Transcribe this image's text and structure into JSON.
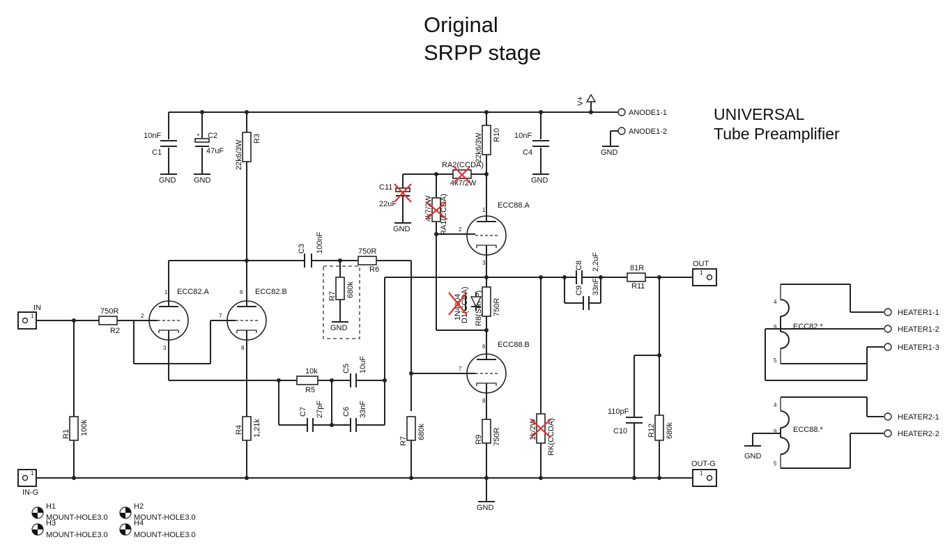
{
  "title": {
    "line1": "Original",
    "line2": "SRPP stage"
  },
  "subtitle": {
    "line1": "UNIVERSAL",
    "line2": "Tube Preamplifier"
  },
  "labels": {
    "vplus": "V+",
    "anode1_1": "ANODE1-1",
    "anode1_2": "ANODE1-2",
    "heater1_1": "HEATER1-1",
    "heater1_2": "HEATER1-2",
    "heater1_3": "HEATER1-3",
    "heater2_1": "HEATER2-1",
    "heater2_2": "HEATER2-2",
    "in": "IN",
    "in_g": "IN-G",
    "out": "OUT",
    "out_g": "OUT-G",
    "gnd": "GND",
    "pin1": "1"
  },
  "components": {
    "C1": {
      "ref": "C1",
      "value": "10nF"
    },
    "C2": {
      "ref": "C2",
      "value": "47uF",
      "plus": "+"
    },
    "C3": {
      "ref": "C3",
      "value": "100nF"
    },
    "C4": {
      "ref": "C4",
      "value": "10nF"
    },
    "C5": {
      "ref": "C5",
      "value": "10uF"
    },
    "C6": {
      "ref": "C6",
      "value": "33nF"
    },
    "C7": {
      "ref": "C7",
      "value": "27pF"
    },
    "C8": {
      "ref": "C8",
      "value": "2,2uF"
    },
    "C9": {
      "ref": "C9",
      "value": "33nF"
    },
    "C10": {
      "ref": "C10",
      "value": "110pF"
    },
    "C11": {
      "ref": "C11",
      "value": "22uF"
    },
    "R1": {
      "ref": "R1",
      "value": "100k"
    },
    "R2": {
      "ref": "R2",
      "value": "750R"
    },
    "R3": {
      "ref": "R3",
      "value": "22k6/3W"
    },
    "R4": {
      "ref": "R4",
      "value": "1,21k"
    },
    "R5": {
      "ref": "R5",
      "value": "10k"
    },
    "R6": {
      "ref": "R6",
      "value": "750R"
    },
    "R7a": {
      "ref": "R7",
      "value": "680k"
    },
    "R7b": {
      "ref": "R7",
      "value": "680k"
    },
    "R8": {
      "ref": "R8(SRPP)",
      "value": "750R"
    },
    "R9": {
      "ref": "R9",
      "value": "750R"
    },
    "R10": {
      "ref": "R10",
      "value": "22k6/3W"
    },
    "R11": {
      "ref": "R11",
      "value": "81R"
    },
    "R12": {
      "ref": "R12",
      "value": "680k"
    },
    "RA1": {
      "ref": "RA1(CCDA)",
      "value": "4k7/2W"
    },
    "RA2": {
      "ref": "RA2(CCDA)",
      "value": "4k7/2W"
    },
    "RK": {
      "ref": "RK(CCDA)",
      "value": "1k/2W"
    },
    "D1": {
      "ref": "D1(CCDA)",
      "value": "1N4004"
    }
  },
  "tubes": {
    "ecc82a": "ECC82.A",
    "ecc82b": "ECC82.B",
    "ecc88a": "ECC88.A",
    "ecc88b": "ECC88.B",
    "ecc82h": "ECC82.*",
    "ecc88h": "ECC88.*"
  },
  "mount": {
    "h1": "H1",
    "h2": "H2",
    "h3": "H3",
    "h4": "H4",
    "name": "MOUNT-HOLE3.0"
  }
}
